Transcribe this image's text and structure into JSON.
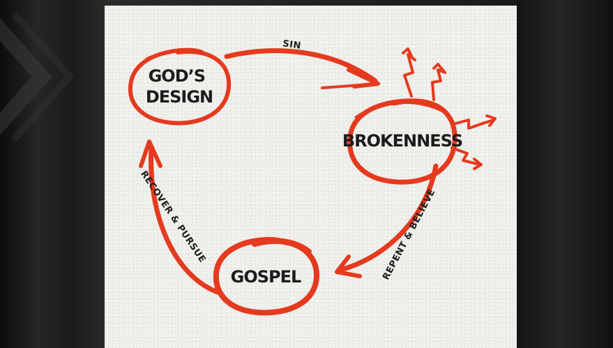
{
  "nodes": {
    "gods_design": [
      "GOD’S",
      "DESIGN"
    ],
    "brokenness": "BROKENNESS",
    "gospel": "GOSPEL"
  },
  "edges": {
    "sin": "SIN",
    "repent": "REPENT & BELIEVE",
    "recover": "RECOVER & PURSUE"
  },
  "colors": {
    "accent": "#e53a1e",
    "text": "#1c1c1c",
    "paper": "#efefec"
  }
}
